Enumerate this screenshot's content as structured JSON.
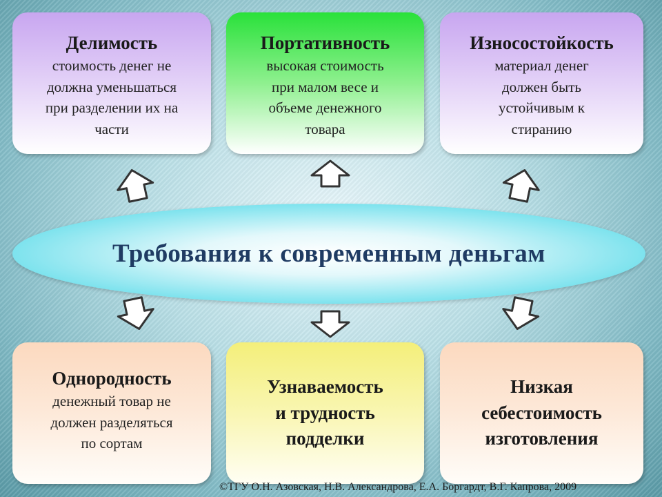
{
  "top_boxes": [
    {
      "title": "Делимость",
      "text": [
        "стоимость денег не",
        "должна уменьшаться",
        "при разделении их на",
        "части"
      ]
    },
    {
      "title": "Портативность",
      "text": [
        "высокая стоимость",
        "при малом весе и",
        "объеме денежного",
        "товара"
      ]
    },
    {
      "title": "Износостойкость",
      "text": [
        "материал денег",
        "должен быть",
        "устойчивым к",
        "стиранию"
      ]
    }
  ],
  "center_title": "Требования к современным деньгам",
  "bottom_boxes": [
    {
      "title": "Однородность",
      "text": [
        "денежный товар не",
        "должен разделяться",
        "по сортам"
      ]
    },
    {
      "label": [
        "Узнаваемость",
        "и трудность",
        "подделки"
      ]
    },
    {
      "label": [
        "Низкая",
        "себестоимость",
        "изготовления"
      ]
    }
  ],
  "footer": "©ТГУ   О.Н. Азовская, Н.В. Александрова, Е.А. Боргардт, В.Г. Капрова, 2009"
}
